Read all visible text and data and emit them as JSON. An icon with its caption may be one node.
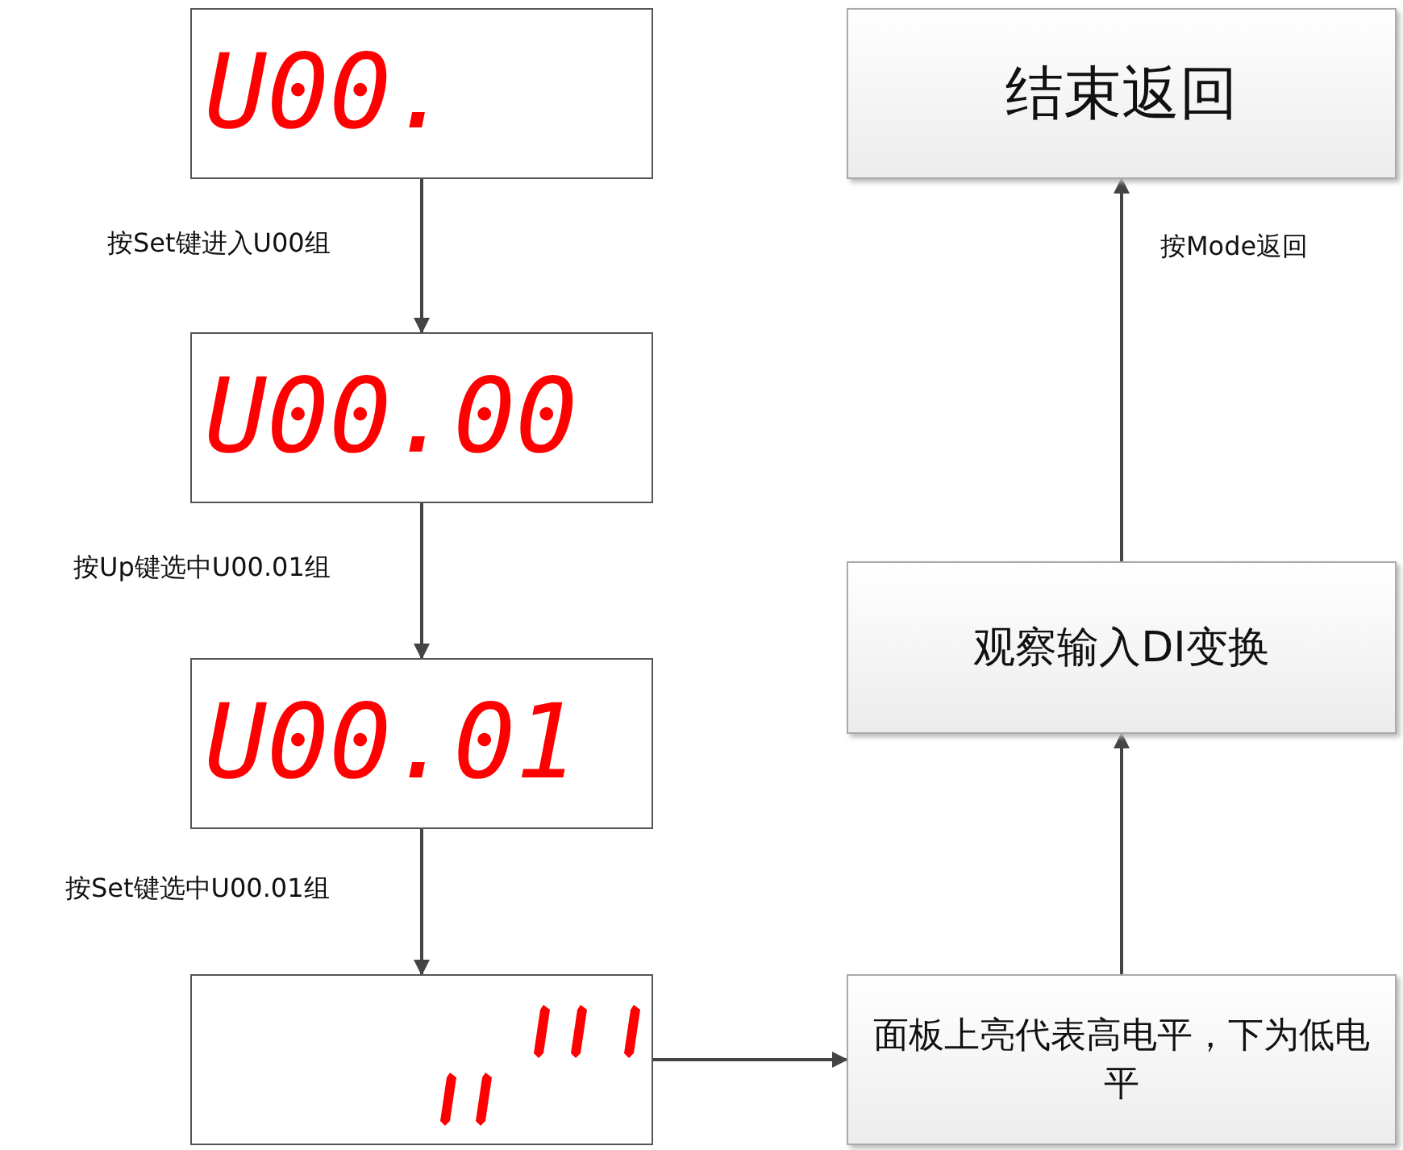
{
  "diagram": {
    "nodes": [
      {
        "text": [
          "U00."
        ]
      },
      {
        "text": [
          "U00.00"
        ]
      },
      {
        "text": [
          "U00.01"
        ]
      },
      {
        "text": [],
        "shape": "box"
      },
      {
        "text": [
          "面板上亮代表高电平，下为低电平"
        ]
      },
      {
        "text": [
          "观察输入DI变换"
        ]
      },
      {
        "text": [
          "结束返回"
        ]
      }
    ],
    "edges": [
      {
        "from": 0,
        "to": 1,
        "arrow": "to",
        "label": "按Set键进入U00组"
      },
      {
        "from": 1,
        "to": 2,
        "arrow": "to",
        "label": "按Up键选中U00.01组"
      },
      {
        "from": 2,
        "to": 3,
        "arrow": "to",
        "label": "按Set键选中U00.01组"
      },
      {
        "from": 3,
        "to": 4,
        "arrow": "to"
      },
      {
        "from": 4,
        "to": 5,
        "arrow": "to"
      },
      {
        "from": 5,
        "to": 6,
        "arrow": "to",
        "label": "按Mode返回"
      }
    ]
  }
}
